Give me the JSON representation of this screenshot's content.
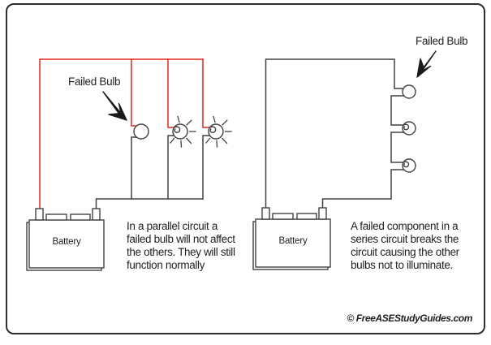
{
  "labels": {
    "failed_bulb_parallel": "Failed Bulb",
    "failed_bulb_series": "Failed Bulb",
    "battery_parallel": "Battery",
    "battery_series": "Battery"
  },
  "captions": {
    "parallel_lines": [
      "In a parallel circuit a",
      "failed bulb will not affect",
      "the others. They will still",
      "function normally"
    ],
    "series_lines": [
      "A failed component in a",
      "series circuit breaks the",
      "circuit causing the other",
      "bulbs not to illuminate."
    ]
  },
  "footer": {
    "copyright": "© FreeASEStudyGuides.com"
  },
  "bulbs": {
    "parallel": [
      "failed",
      "lit",
      "lit"
    ],
    "series": [
      "failed",
      "unlit",
      "unlit"
    ]
  },
  "icons": {
    "failed_bulb_icon": "plain-circle",
    "lit_bulb_icon": "circle-with-filament-and-rays",
    "unlit_bulb_icon": "circle-with-filament",
    "battery_icon": "rectangle-with-two-terminals",
    "arrow_icon": "diagonal-pointer-arrow"
  },
  "colors": {
    "hot_wire_red": "#e8251c",
    "wire_black": "#424242",
    "frame": "#2d2d2d",
    "text": "#1f1f1f"
  }
}
